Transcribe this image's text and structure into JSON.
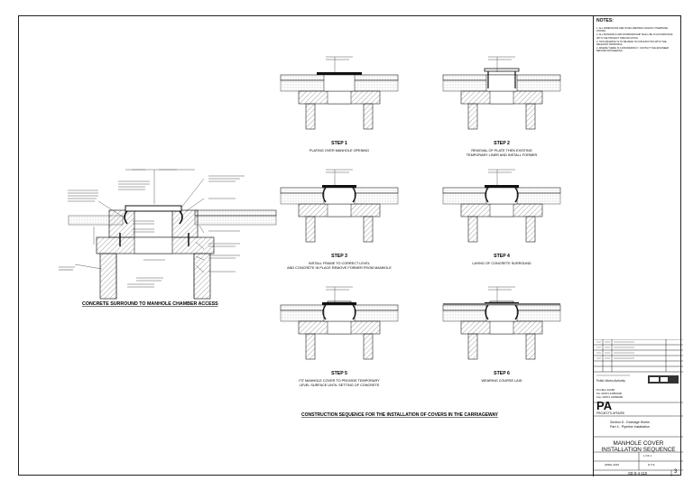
{
  "drawing": {
    "main_detail_title": "CONCRETE SURROUND TO MANHOLE CHAMBER ACCESS",
    "sequence_title": "CONSTRUCTION SEQUENCE FOR THE INSTALLATION OF COVERS IN THE CARRIAGEWAY",
    "steps": [
      {
        "label": "STEP 1",
        "desc": [
          "PLATING OVER MANHOLE OPENING",
          ""
        ]
      },
      {
        "label": "STEP 2",
        "desc": [
          "REMOVAL OF PLATE THEN EXISTING",
          "TEMPORARY LINER AND INSTALL FORMER"
        ]
      },
      {
        "label": "STEP 3",
        "desc": [
          "INSTALL FRAME TO CORRECT LEVEL",
          "AND CONCRETE IN PLACE REMOVE FORMER FROM MANHOLE"
        ]
      },
      {
        "label": "STEP 4",
        "desc": [
          "LAYING OF CONCRETE SURROUND",
          ""
        ]
      },
      {
        "label": "STEP 5",
        "desc": [
          "FIT MANHOLE COVER TO PROVIDE TEMPORARY",
          "LEVEL SURFACE UNTIL SETTING OF CONCRETE"
        ]
      },
      {
        "label": "STEP 6",
        "desc": [
          "WEARING COURSE LAID",
          ""
        ]
      }
    ]
  },
  "title_block": {
    "notes_heading": "NOTES:",
    "notes": [
      "1. ALL DIMENSIONS ARE IN MILLIMETRES UNLESS OTHERWISE STATED.",
      "2. ALL MATERIALS AND WORKMANSHIP SHALL BE IN ACCORDANCE WITH THE PROJECT SPECIFICATION.",
      "3. THIS DRAWING IS TO BE READ IN CONJUNCTION WITH THE RELEVANT DRAWINGS.",
      "4. WHERE THERE IS A DISCREPANCY, CONTACT THE ENGINEER BEFORE PROCEEDING."
    ],
    "authority_name": "Public Works Authority",
    "authority_box": "P.O.Box 22188",
    "authority_tel": "Tel: 00974 44950000",
    "authority_fax": "Fax: 00974 44950000",
    "logo_letters": "PA",
    "logo_caption": "PROJECTS AFFAIRS",
    "section_label": "Section 8 - Drainage Works",
    "part_label": "Part 4 - Pipeline Installation",
    "drawing_title": "MANHOLE COVER INSTALLATION SEQUENCE",
    "scale_value": "N.T.S.",
    "sheet_value": "1 OF 1",
    "date_value": "APRIL 2015",
    "drawing_number": "SD 8-4-110",
    "revision": "3"
  }
}
